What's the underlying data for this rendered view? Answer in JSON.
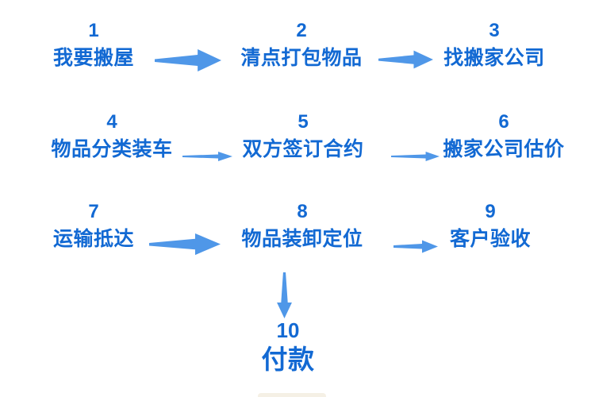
{
  "flowchart": {
    "steps": [
      {
        "num": "1",
        "label": "我要搬屋"
      },
      {
        "num": "2",
        "label": "清点打包物品"
      },
      {
        "num": "3",
        "label": "找搬家公司"
      },
      {
        "num": "4",
        "label": "物品分类装车"
      },
      {
        "num": "5",
        "label": "双方签订合约"
      },
      {
        "num": "6",
        "label": "搬家公司估价"
      },
      {
        "num": "7",
        "label": "运输抵达"
      },
      {
        "num": "8",
        "label": "物品装卸定位"
      },
      {
        "num": "9",
        "label": "客户验收"
      },
      {
        "num": "10",
        "label": "付款"
      }
    ],
    "icons": {
      "arrow_right": "arrow-right-icon",
      "arrow_down": "arrow-down-icon"
    },
    "colors": {
      "text_blue": "#1269d3",
      "arrow_blue": "#4f97e8",
      "background": "#ffffff"
    }
  }
}
